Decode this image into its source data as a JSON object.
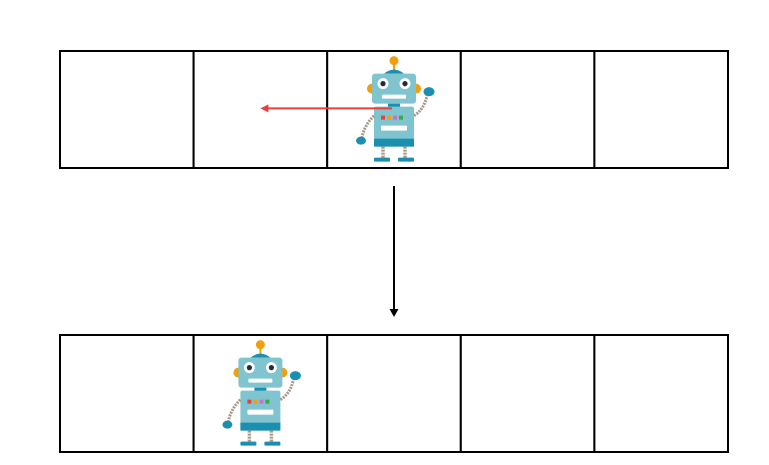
{
  "diagram": {
    "cell_count": 5,
    "rows": [
      {
        "robot_cell": 3,
        "move_direction": "left",
        "move_arrow_color": "#e8403a"
      },
      {
        "robot_cell": 2
      }
    ],
    "transition_arrow_color": "#000000",
    "grid_line_color": "#000000",
    "icons": [
      "robot-icon"
    ],
    "robot_colors": {
      "body": "#7fc4cf",
      "dark": "#1a8fb0",
      "antenna": "#f0a00e",
      "joint": "#a89a8a",
      "eye": "#1f2d3a"
    }
  }
}
